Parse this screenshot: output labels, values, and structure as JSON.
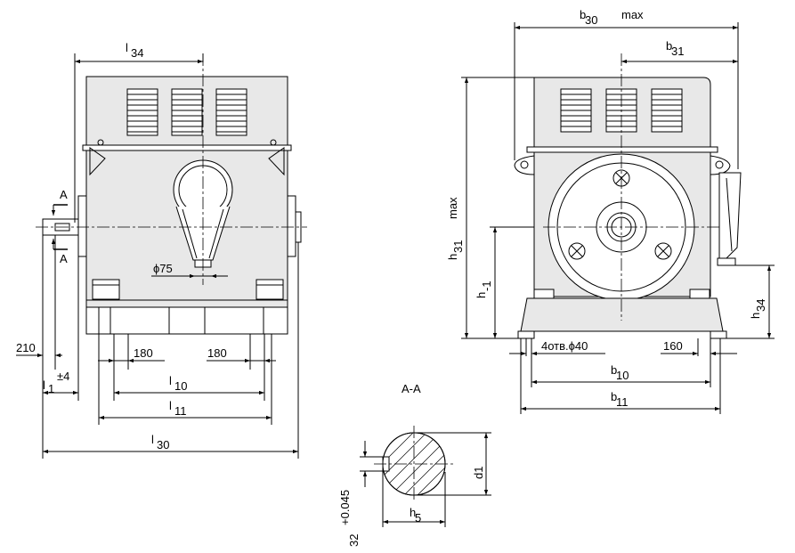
{
  "labels": {
    "l34": "l",
    "l34_sub": "34",
    "sectionA_top": "A",
    "sectionA_bottom": "A",
    "phi75": "ϕ75",
    "d210": "210",
    "d180_left": "180",
    "d180_right": "180",
    "l1": "l",
    "l1_sub": "1",
    "l1_tol": "±4",
    "l10": "l",
    "l10_sub": "10",
    "l11": "l",
    "l11_sub": "11",
    "l30": "l",
    "l30_sub": "30",
    "b30": "b",
    "b30_sub": "30",
    "b30_max": "max",
    "b31": "b",
    "b31_sub": "31",
    "h31": "h",
    "h31_sub": "31",
    "h31_max": "max",
    "h1": "h",
    "h1_sub": "-1",
    "h34": "h",
    "h34_sub": "34",
    "holes": "4отв.ϕ40",
    "d160": "160",
    "b10": "b",
    "b10_sub": "10",
    "b11": "b",
    "b11_sub": "11",
    "section": "A-A",
    "d1": "d1",
    "h5": "h",
    "h5_sub": "5",
    "key": "32",
    "key_tol": "+0.045"
  }
}
